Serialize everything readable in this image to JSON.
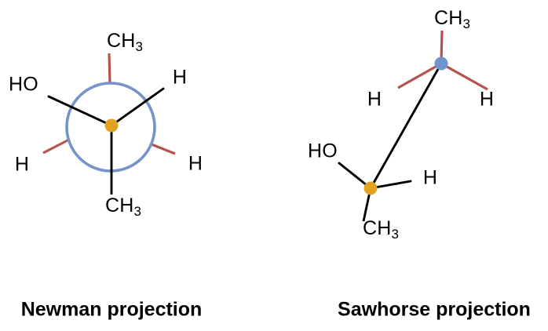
{
  "figure": {
    "colors": {
      "front_bond": "#000000",
      "back_bond": "#b5534e",
      "newman_circle": "#7593c9",
      "front_carbon_dot": "#e0a21f",
      "back_carbon_dot": "#6f94ce",
      "text": "#000000",
      "background": "#ffffff"
    },
    "newman": {
      "caption": "Newman projection",
      "labels": {
        "back_top_ch": "CH",
        "back_top_sub": "3",
        "front_hydroxyl": "HO",
        "front_h_upper_right": "H",
        "back_h_lower_left": "H",
        "back_h_lower_right": "H",
        "front_bottom_ch": "CH",
        "front_bottom_sub": "3"
      }
    },
    "sawhorse": {
      "caption": "Sawhorse projection",
      "labels": {
        "back_top_ch": "CH",
        "back_top_sub": "3",
        "back_h_left": "H",
        "back_h_right": "H",
        "front_hydroxyl": "HO",
        "front_h": "H",
        "front_bottom_ch": "CH",
        "front_bottom_sub": "3"
      }
    }
  }
}
